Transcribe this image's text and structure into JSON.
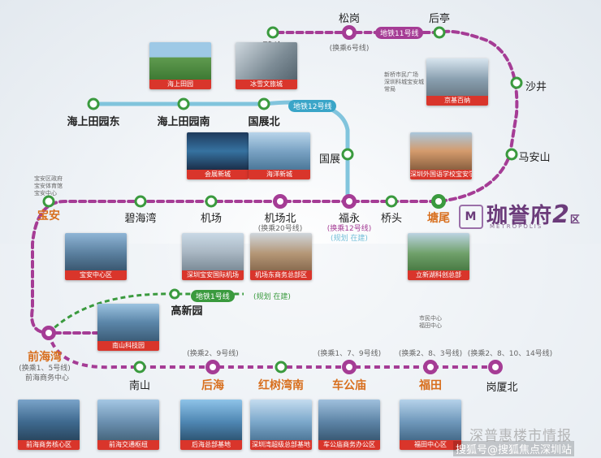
{
  "stations": {
    "songgang": "松岗",
    "houting": "后亭",
    "bitou": "碧头",
    "shajing": "沙井",
    "maanshan": "马安山",
    "haishangtianyuan_dong": "海上田园东",
    "haishangtianyuan_nan": "海上田园南",
    "guozhan_bei": "国展北",
    "guozhan": "国展",
    "baoan": "宝安",
    "bihaiwan": "碧海湾",
    "jichang": "机场",
    "jichang_bei": "机场北",
    "fuyong": "福永",
    "qiaotou": "桥头",
    "tangwei": "塘尾",
    "gaoxinyuan": "高新园",
    "qianhaiwan": "前海湾",
    "nanshan": "南山",
    "houhai": "后海",
    "hongshuwan_nan": "红树湾南",
    "chegongmiao": "车公庙",
    "futian": "福田",
    "gangxia_bei": "岗厦北"
  },
  "transfers": {
    "songgang": "(换乘6号线)",
    "jichang_bei": "(换乘20号线)",
    "fuyong": "(换乘12号线)",
    "qianhaiwan": "(换乘1、5号线)",
    "houhai": "(换乘2、9号线)",
    "chegongmiao": "(换乘1、7、9号线)",
    "futian": "(换乘2、8、3号线)",
    "gangxia_bei": "(换乘2、8、10、14号线)"
  },
  "line_tags": {
    "line11": "地铁11号线",
    "line12": "地铁12号线",
    "line1": "地铁1号线"
  },
  "small_notes": {
    "fuyong_future": "(规划 在建)",
    "gaoxinyuan_future": "(规划 在建)",
    "baoan_notes": [
      "宝安区政府",
      "宝安体育馆",
      "宝安中心"
    ],
    "qianhaiwan_note": "前海商务中心",
    "futian_notes": [
      "市民中心",
      "福田中心"
    ],
    "shajing_notes": [
      "新桥市民广场",
      "深圳科城宝安城",
      "常局"
    ]
  },
  "photos": {
    "haishangtianyuan": "海上田园",
    "bingxue": "冰雪文旅城",
    "jingji": "京基百纳",
    "huizhan": "会展新城",
    "haiyang": "海洋新城",
    "school": "深圳外国语学校宝安学校",
    "baoan_center": "宝安中心区",
    "airport": "深圳宝安国际机场",
    "jichang_east": "机场东商务总部区",
    "lixin": "立新湖科创总部",
    "nanshan_tech": "南山科技园",
    "qianhai": "前海商务核心区",
    "qianhai_traffic": "前海交通枢纽",
    "houhai_hq": "后海总部基地",
    "shenzhenwan": "深圳湾超级总部基地",
    "chegongmiao_biz": "车公庙商务办公区",
    "futian_center": "福田中心区"
  },
  "brand": {
    "name": "珈誉府",
    "num": "2",
    "suffix": "区",
    "logo": "M",
    "sub": "METROPOLIS"
  },
  "watermark": {
    "title": "深普惠楼市情报",
    "credit": "搜狐号@搜狐焦点深圳站"
  },
  "colors": {
    "line11": "#a53c95",
    "line12": "#74bfd9",
    "line1": "#3a9a3e",
    "accent": "#d86f1e",
    "caption": "#d9352b"
  }
}
